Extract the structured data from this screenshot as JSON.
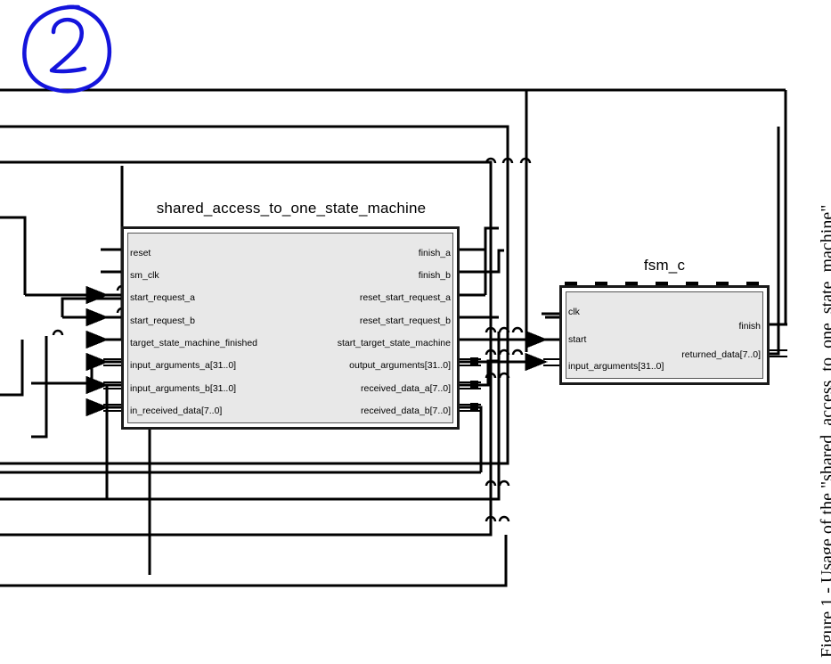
{
  "figure": {
    "caption": "Figure 1 - Usage of the \"shared_access_to_one_state_machine\"",
    "annotation_mark": "2",
    "annotation_color": "#1414dc",
    "background": "#ffffff",
    "wire_color": "#000000",
    "block_fill": "#e8e8e8",
    "block_border": "#1a1a1a"
  },
  "blocks": [
    {
      "id": "shared_access",
      "title": "shared_access_to_one_state_machine",
      "inputs": [
        "reset",
        "sm_clk",
        "start_request_a",
        "start_request_b",
        "target_state_machine_finished",
        "input_arguments_a[31..0]",
        "input_arguments_b[31..0]",
        "in_received_data[7..0]"
      ],
      "outputs": [
        "finish_a",
        "finish_b",
        "reset_start_request_a",
        "reset_start_request_b",
        "start_target_state_machine",
        "output_arguments[31..0]",
        "received_data_a[7..0]",
        "received_data_b[7..0]"
      ]
    },
    {
      "id": "fsm_c",
      "title": "fsm_c",
      "inputs": [
        "clk",
        "start",
        "input_arguments[31..0]"
      ],
      "outputs": [
        "finish",
        "returned_data[7..0]"
      ]
    }
  ]
}
